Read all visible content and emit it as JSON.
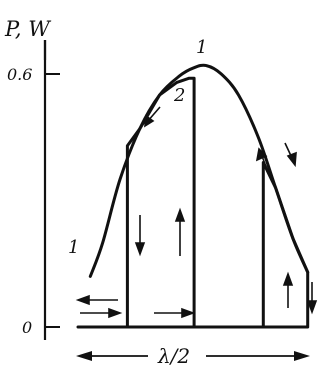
{
  "chart_data": {
    "type": "line",
    "ylabel": "P, W",
    "xlabel": "λ/2",
    "y_ticks": [
      {
        "value": 0,
        "label": "0"
      },
      {
        "value": 0.6,
        "label": "0.6"
      }
    ],
    "ylim": [
      0,
      0.7
    ],
    "xlim": [
      0,
      1
    ],
    "grid": false,
    "legend": "none",
    "series": [
      {
        "name": "1",
        "points": [
          [
            0.05,
            0.12
          ],
          [
            0.1,
            0.2
          ],
          [
            0.17,
            0.35
          ],
          [
            0.25,
            0.47
          ],
          [
            0.33,
            0.55
          ],
          [
            0.41,
            0.595
          ],
          [
            0.47,
            0.615
          ],
          [
            0.52,
            0.62
          ],
          [
            0.58,
            0.6
          ],
          [
            0.65,
            0.55
          ],
          [
            0.73,
            0.45
          ],
          [
            0.8,
            0.33
          ],
          [
            0.87,
            0.21
          ],
          [
            0.93,
            0.13
          ]
        ]
      },
      {
        "name": "2",
        "points": [
          [
            0.0,
            0.0
          ],
          [
            0.2,
            0.0
          ],
          [
            0.2,
            0.43
          ],
          [
            0.25,
            0.47
          ],
          [
            0.33,
            0.55
          ],
          [
            0.4,
            0.58
          ],
          [
            0.45,
            0.59
          ],
          [
            0.47,
            0.59
          ],
          [
            0.47,
            0.0
          ],
          [
            0.2,
            0.0
          ],
          [
            0.75,
            0.0
          ],
          [
            0.75,
            0.39
          ],
          [
            0.8,
            0.33
          ],
          [
            0.87,
            0.21
          ],
          [
            0.93,
            0.13
          ],
          [
            0.93,
            0.0
          ],
          [
            0.75,
            0.0
          ]
        ]
      }
    ],
    "annotations": [
      "1",
      "2",
      "1"
    ],
    "arrow_texts": [
      "↓",
      "↑",
      "←",
      "→"
    ]
  }
}
